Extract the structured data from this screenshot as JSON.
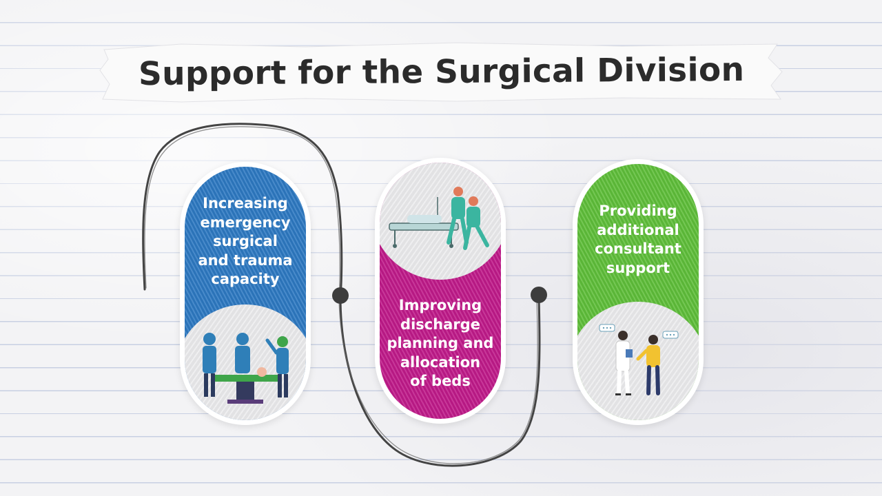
{
  "title": "Support for the Surgical Division",
  "colors": {
    "blue": "#2d79c2",
    "pink": "#c01a8a",
    "green": "#5fbf3a",
    "connector": "#444444",
    "title_text": "#2b2b2b"
  },
  "cards": [
    {
      "label": "Increasing\nemergency\nsurgical\nand trauma\ncapacity",
      "illustration": "surgical-team-illustration"
    },
    {
      "label": "Improving\ndischarge\nplanning and\nallocation\nof beds",
      "illustration": "patient-transport-illustration"
    },
    {
      "label": "Providing\nadditional\nconsultant\nsupport",
      "illustration": "consultant-conversation-illustration"
    }
  ]
}
